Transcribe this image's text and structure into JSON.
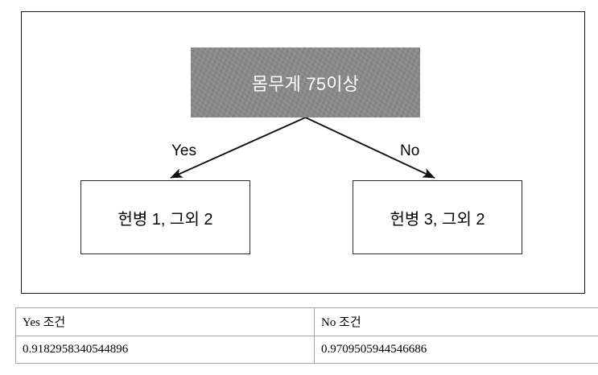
{
  "diagram": {
    "type": "decision-tree",
    "root": {
      "label": "몸무게 75이상",
      "fill_color": "#8b8b8b",
      "text_color": "#ffffff"
    },
    "edges": [
      {
        "label": "Yes",
        "from": "root",
        "to": "leaf_yes"
      },
      {
        "label": "No",
        "from": "root",
        "to": "leaf_no"
      }
    ],
    "leaves": [
      {
        "id": "leaf_yes",
        "label": "헌병 1, 그외 2"
      },
      {
        "id": "leaf_no",
        "label": "헌병 3, 그외 2"
      }
    ],
    "border_color": "#1a1a1a"
  },
  "table": {
    "headers": [
      "Yes 조건",
      "No 조건"
    ],
    "rows": [
      [
        "0.9182958340544896",
        "0.9709505944546686"
      ]
    ],
    "border_color": "#a6a6a6"
  }
}
